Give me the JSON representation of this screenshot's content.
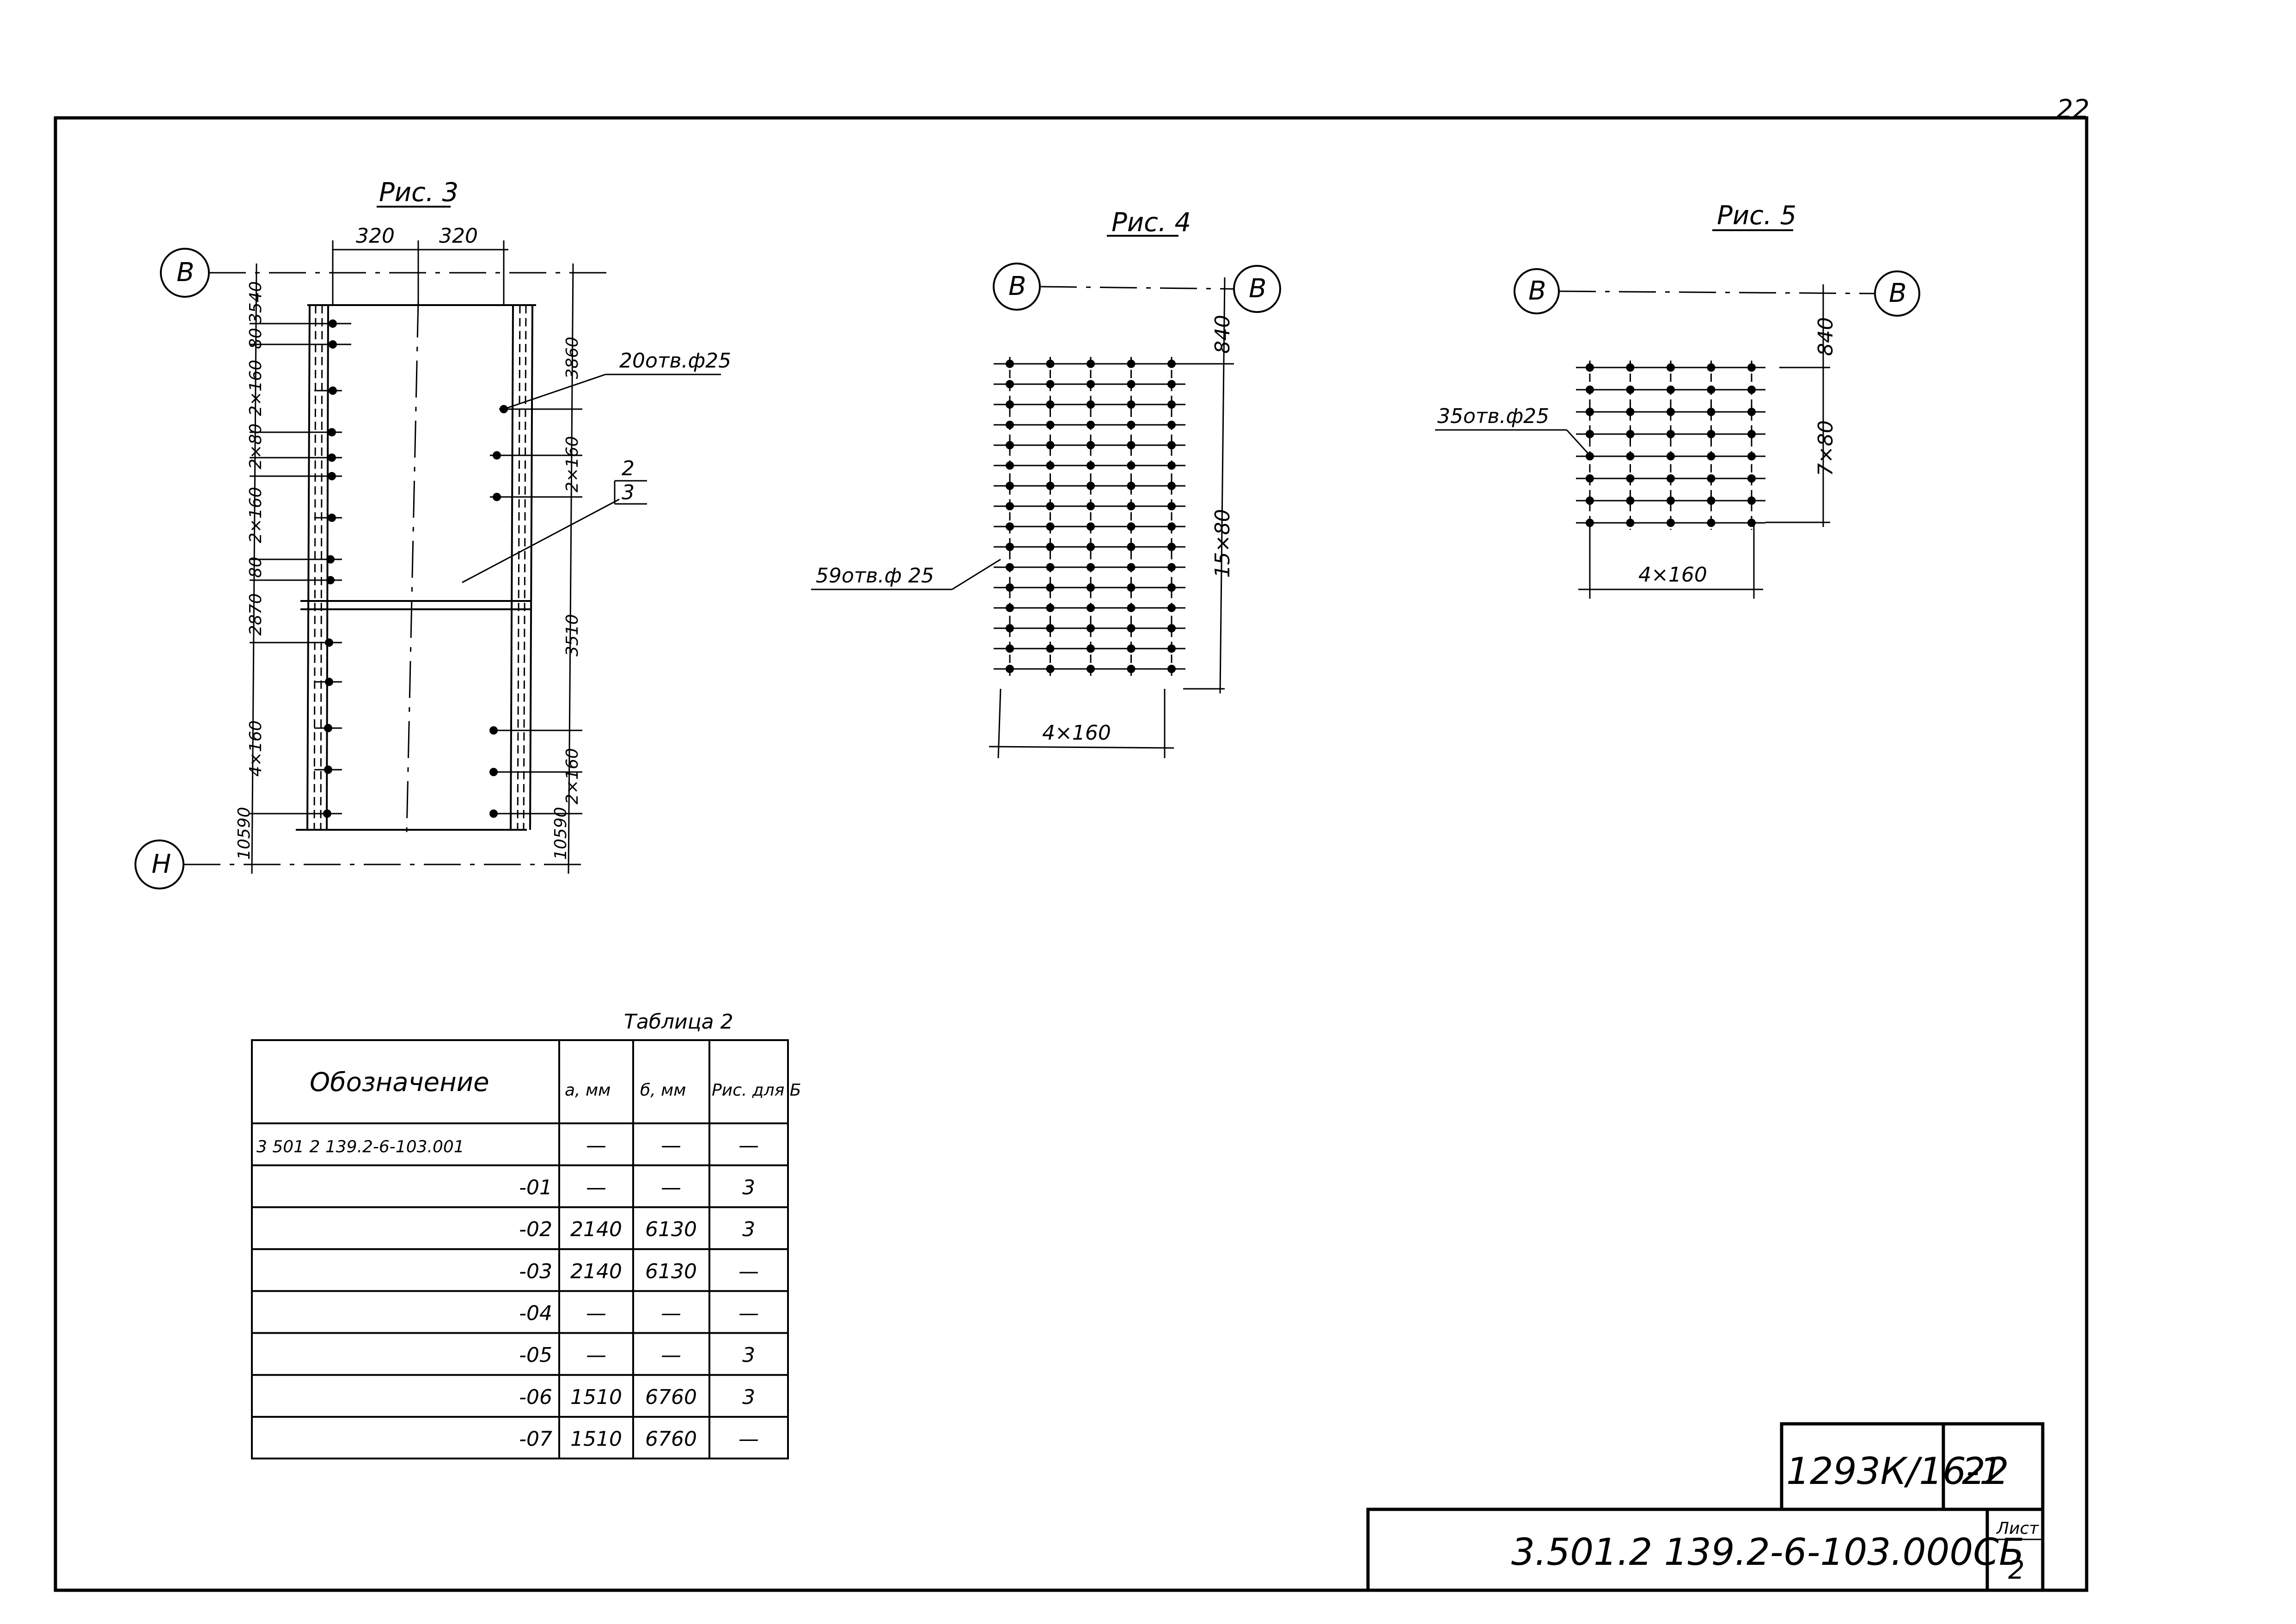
{
  "page_number": "22",
  "figures": {
    "fig3": {
      "title": "Рис. 3",
      "axis_top": "В",
      "axis_bottom": "Н",
      "top_dims": [
        "320",
        "320"
      ],
      "left_dims": [
        "3540",
        "80",
        "2×160",
        "2×80",
        "2×160",
        "80",
        "2870",
        "4×160",
        "10590"
      ],
      "right_dims": [
        "3860",
        "2×160",
        "3510",
        "2×160",
        "10590"
      ],
      "holes_label": "20отв.ф25",
      "pos_num": "2",
      "pos_den": "3"
    },
    "fig4": {
      "title": "Рис. 4",
      "axis_left": "В",
      "axis_right": "В",
      "dim_top": "840",
      "dim_right": "15×80",
      "dim_bottom": "4×160",
      "holes_label": "59отв.ф 25"
    },
    "fig5": {
      "title": "Рис. 5",
      "axis_left": "В",
      "axis_right": "В",
      "dim_top": "840",
      "dim_right": "7×80",
      "dim_bottom": "4×160",
      "holes_label": "35отв.ф25"
    }
  },
  "table": {
    "caption": "Таблица 2",
    "headers": [
      "Обозначение",
      "а, мм",
      "б, мм",
      "Рис. для Б"
    ],
    "rows": [
      [
        "3 501 2 139.2-6-103.001",
        "—",
        "—",
        "—"
      ],
      [
        "-01",
        "—",
        "—",
        "3"
      ],
      [
        "-02",
        "2140",
        "6130",
        "3"
      ],
      [
        "-03",
        "2140",
        "6130",
        "—"
      ],
      [
        "-04",
        "—",
        "—",
        "—"
      ],
      [
        "-05",
        "—",
        "—",
        "3"
      ],
      [
        "-06",
        "1510",
        "6760",
        "3"
      ],
      [
        "-07",
        "1510",
        "6760",
        "—"
      ]
    ]
  },
  "stamp": {
    "code": "1293К/16-1",
    "sheet_no": "22",
    "doc": "3.501.2 139.2-6-103.000СБ",
    "sheet_label": "Лист",
    "sheet_value": "2"
  }
}
